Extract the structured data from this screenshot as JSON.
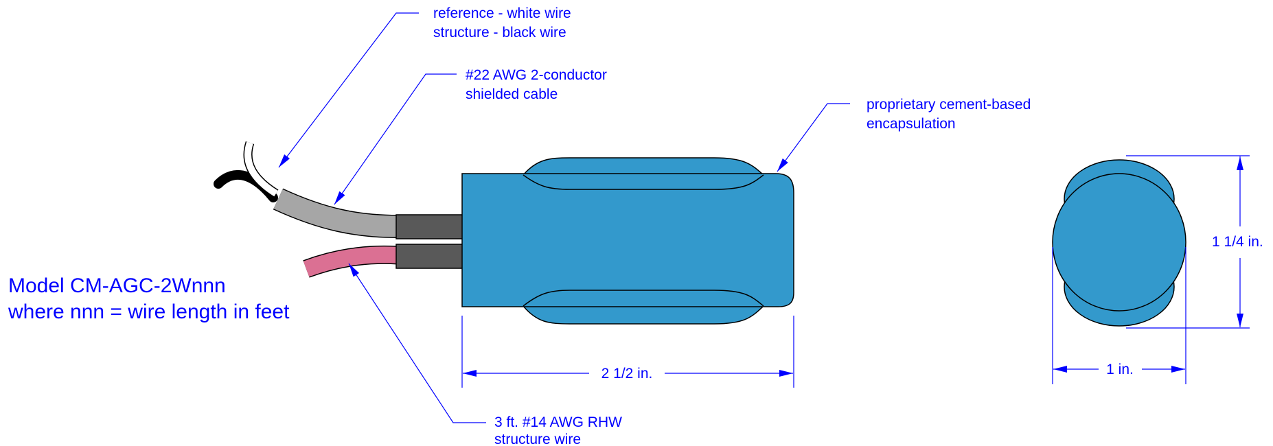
{
  "colors": {
    "annotation": "#0000ff",
    "encapsulation_fill": "#3399cc",
    "encapsulation_stroke": "#000000",
    "cable_jacket": "#a6a6a6",
    "heat_shrink": "#595959",
    "structure_wire_red": "#db7093",
    "black_wire": "#000000",
    "white_wire": "#ffffff"
  },
  "model": {
    "line1": "Model CM-AGC-2Wnnn",
    "line2": "where nnn = wire length in feet"
  },
  "callouts": {
    "wires": {
      "line1": "reference - white wire",
      "line2": "structure - black wire"
    },
    "cable": {
      "line1": "#22 AWG 2-conductor",
      "line2": "shielded cable"
    },
    "encapsulation": {
      "line1": "proprietary cement-based",
      "line2": "encapsulation"
    },
    "structure_wire": {
      "line1": "3 ft. #14 AWG RHW",
      "line2": "structure wire"
    }
  },
  "dimensions": {
    "length": "2 1/2 in.",
    "width": "1 in.",
    "height": "1 1/4 in."
  }
}
